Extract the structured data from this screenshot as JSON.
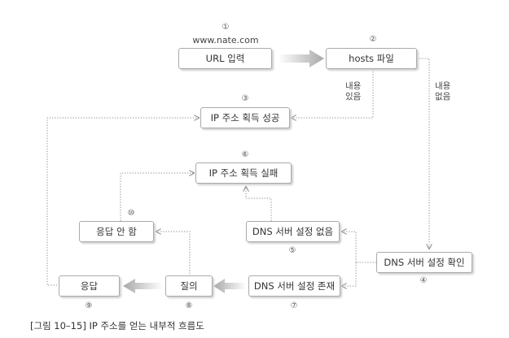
{
  "diagram": {
    "boxes": {
      "url_input": "URL 입력",
      "hosts_file": "hosts 파일",
      "ip_success": "IP 주소 획득 성공",
      "ip_fail": "IP 주소 획득 실패",
      "no_response": "응답 안 함",
      "dns_none": "DNS 서버 설정 없음",
      "dns_check": "DNS 서버 설정 확인",
      "response": "응답",
      "query": "질의",
      "dns_exists": "DNS 서버 설정 존재"
    },
    "numbers": {
      "n1": "①",
      "n2": "②",
      "n3": "③",
      "n4": "④",
      "n5": "⑤",
      "n6": "⑥",
      "n7": "⑦",
      "n8": "⑧",
      "n9": "⑨",
      "n10": "⑩"
    },
    "url_text": "www.nate.com",
    "labels": {
      "content_exists": [
        "내용",
        "있음"
      ],
      "content_none": [
        "내용",
        "없음"
      ]
    }
  },
  "caption": "[그림 10–15] IP 주소를 얻는 내부적 흐름도",
  "colors": {
    "box_border": "#aaaaaa",
    "connector": "#888888",
    "big_arrow": "#b5b5b5"
  }
}
